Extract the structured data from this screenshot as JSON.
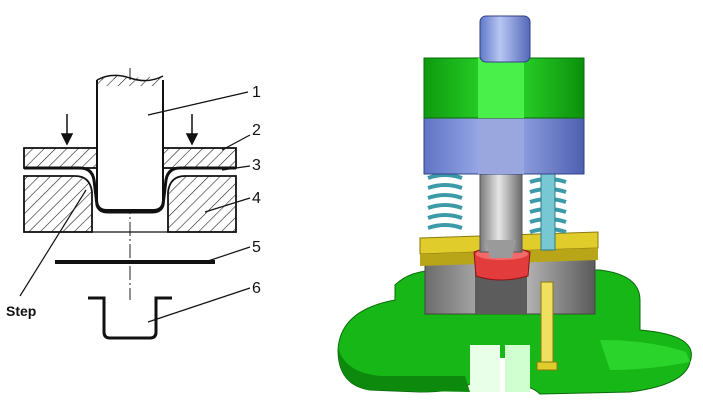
{
  "schematic": {
    "callouts": [
      {
        "id": "punch",
        "label": "1"
      },
      {
        "id": "blank-holder",
        "label": "2"
      },
      {
        "id": "workpiece-blank",
        "label": "3"
      },
      {
        "id": "die",
        "label": "4"
      },
      {
        "id": "stripped-sheet",
        "label": "5"
      },
      {
        "id": "drawn-part",
        "label": "6"
      }
    ],
    "step_label": "Step"
  },
  "render": {
    "icons": [
      "pressure-arrow-icon"
    ],
    "colors": {
      "green": "#1ec81e",
      "blue": "#7f93d9",
      "yellow": "#e0cc2a",
      "cyan": "#78c8d4",
      "red": "#e23c3c",
      "gray": "#8a8a8a"
    }
  }
}
